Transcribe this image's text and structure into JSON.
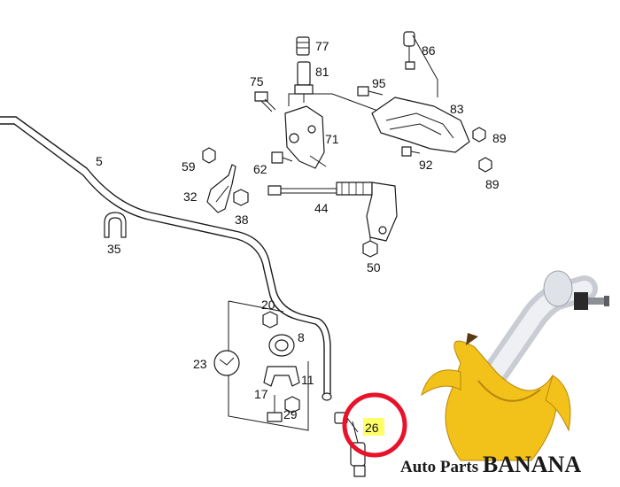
{
  "labels": {
    "p77": "77",
    "p81": "81",
    "p86": "86",
    "p75": "75",
    "p95": "95",
    "p83": "83",
    "p71": "71",
    "p89a": "89",
    "p92": "92",
    "p89b": "89",
    "p5": "5",
    "p59": "59",
    "p62": "62",
    "p32": "32",
    "p38": "38",
    "p44": "44",
    "p35": "35",
    "p50": "50",
    "p20": "20",
    "p8": "8",
    "p23": "23",
    "p11": "11",
    "p17": "17",
    "p29": "29",
    "p26": "26"
  },
  "highlight": {
    "part": "26",
    "fill": "#ffff66",
    "ring": "#e8122a"
  },
  "brand": {
    "prefix": "Auto Parts ",
    "name": "BANANA",
    "banana_color": "#f2c21a"
  }
}
